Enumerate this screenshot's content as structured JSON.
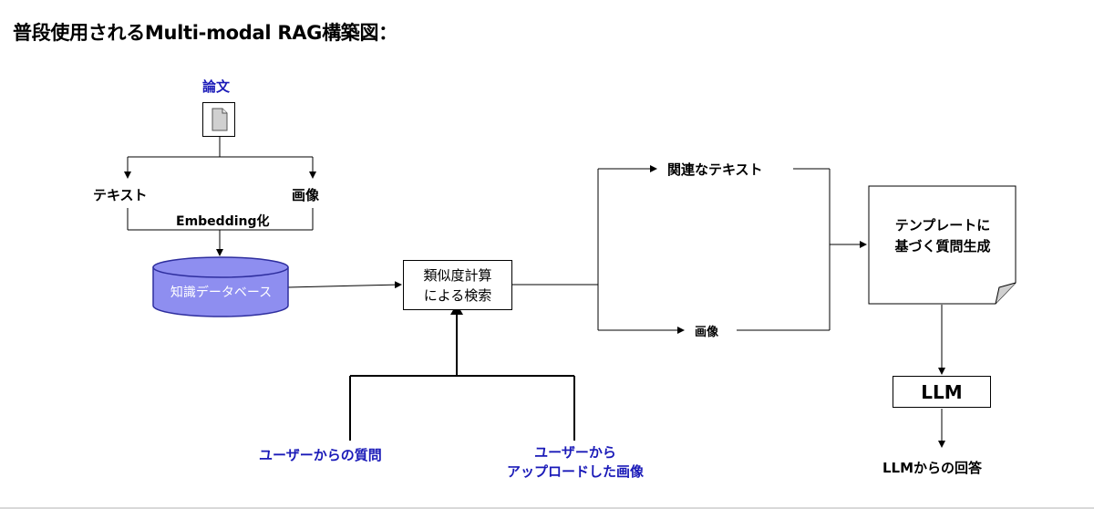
{
  "title": "普段使用されるMulti-modal RAG構築図：",
  "nodes": {
    "paper": "論文",
    "text": "テキスト",
    "image": "画像",
    "embedding": "Embedding化",
    "knowledge_db": "知識データベース",
    "similarity_search_1": "類似度計算",
    "similarity_search_2": "による検索",
    "related_text": "関連なテキスト",
    "retrieved_image": "画像",
    "template_1": "テンプレートに",
    "template_2": "基づく質問生成",
    "llm": "LLM",
    "llm_answer": "LLMからの回答",
    "user_question": "ユーザーからの質問",
    "user_image_1": "ユーザーから",
    "user_image_2": "アップロードした画像"
  },
  "colors": {
    "accent_text": "#1a1ab8",
    "db_fill": "#8e8ef0",
    "db_stroke": "#2e2e9e",
    "doc_icon_fill": "#d0d0d0"
  }
}
